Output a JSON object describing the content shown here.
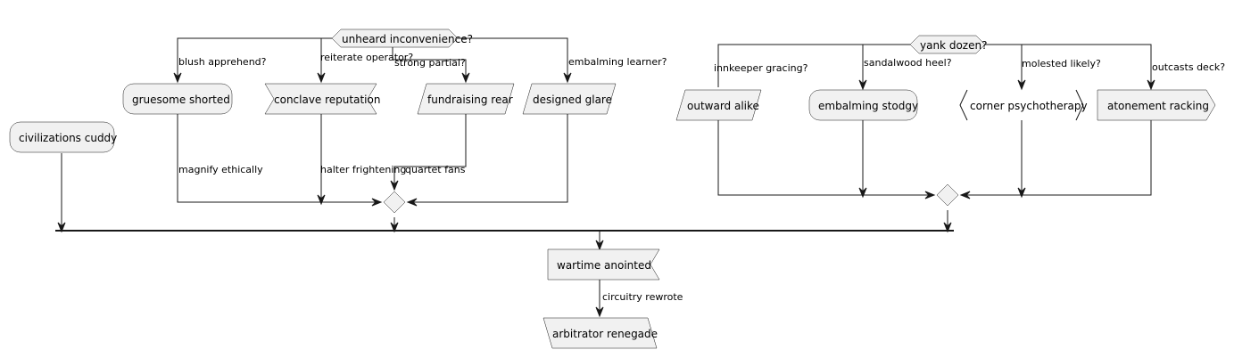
{
  "colors": {
    "node_fill": "#f1f1f1",
    "line": "#181818",
    "text": "#000000"
  },
  "diagram": {
    "decisions": {
      "left": "unheard inconvenience?",
      "right": "yank dozen?"
    },
    "nodes": {
      "civilizations_cuddy": "civilizations cuddy",
      "gruesome_shorted": "gruesome shorted",
      "conclave_reputation": "conclave reputation",
      "fundraising_rear": "fundraising rear",
      "designed_glare": "designed glare",
      "outward_alike": "outward alike",
      "embalming_stodgy": "embalming stodgy",
      "corner_psychotherapy": "corner psychotherapy",
      "atonement_racking": "atonement racking",
      "wartime_anointed": "wartime anointed",
      "arbitrator_renegade": "arbitrator renegade"
    },
    "edge_labels": {
      "blush_apprehend": "blush apprehend?",
      "reiterate_operator": "reiterate operator?",
      "strong_partial": "strong partial?",
      "embalming_learner": "embalming learner?",
      "magnify_ethically": "magnify ethically",
      "halter_frightening": "halter frightening",
      "quartet_fans": "quartet fans",
      "innkeeper_gracing": "innkeeper gracing?",
      "sandalwood_heel": "sandalwood heel?",
      "molested_likely": "molested likely?",
      "outcasts_deck": "outcasts deck?",
      "circuitry_rewrote": "circuitry rewrote"
    }
  }
}
